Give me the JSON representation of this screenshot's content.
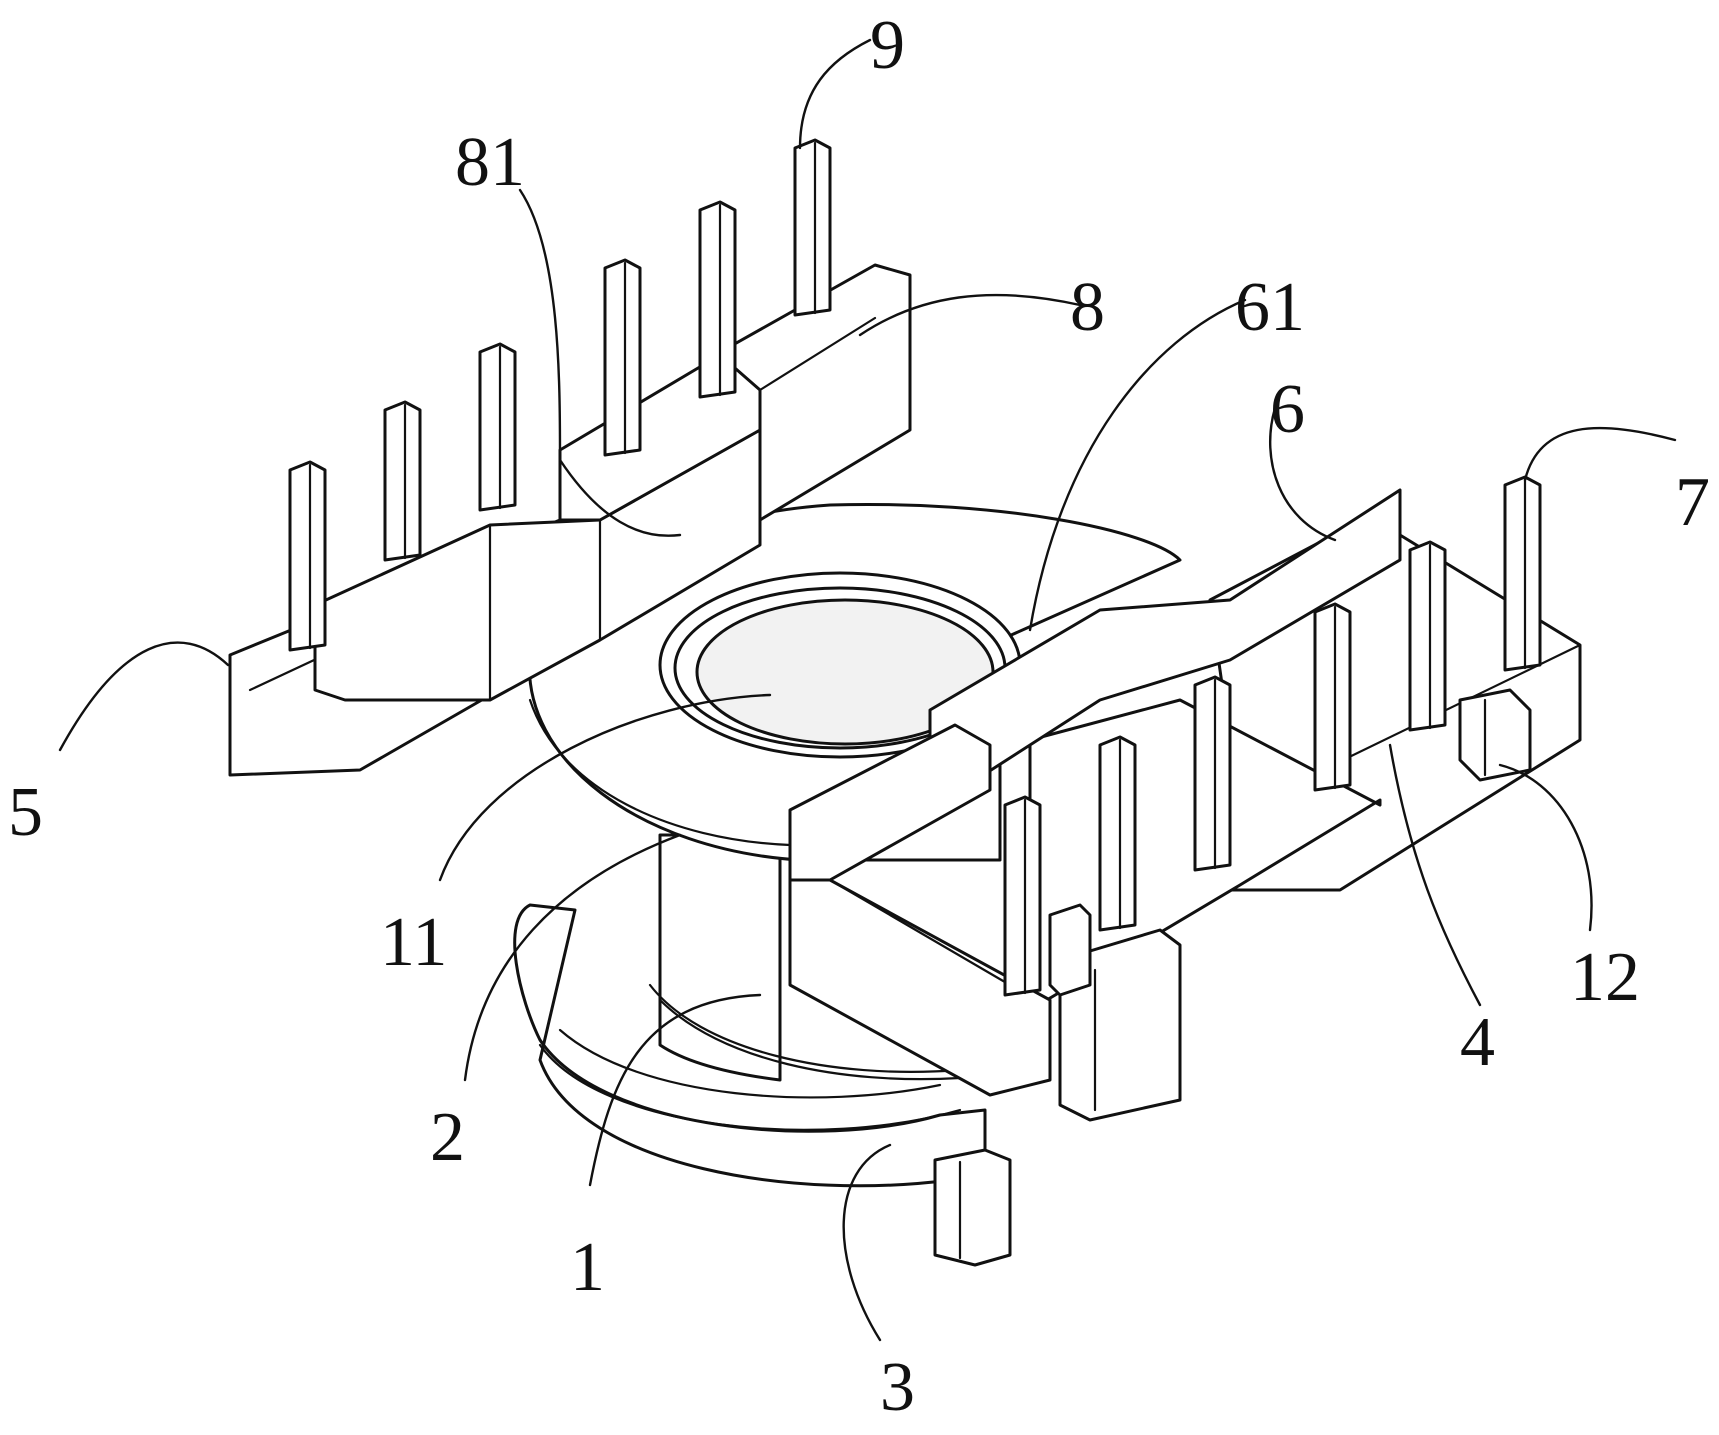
{
  "figure": {
    "callouts": [
      {
        "id": "5",
        "text": "5"
      },
      {
        "id": "81",
        "text": "81"
      },
      {
        "id": "9",
        "text": "9"
      },
      {
        "id": "8",
        "text": "8"
      },
      {
        "id": "61",
        "text": "61"
      },
      {
        "id": "6",
        "text": "6"
      },
      {
        "id": "7",
        "text": "7"
      },
      {
        "id": "11",
        "text": "11"
      },
      {
        "id": "2",
        "text": "2"
      },
      {
        "id": "1",
        "text": "1"
      },
      {
        "id": "3",
        "text": "3"
      },
      {
        "id": "4",
        "text": "4"
      },
      {
        "id": "12",
        "text": "12"
      }
    ]
  }
}
